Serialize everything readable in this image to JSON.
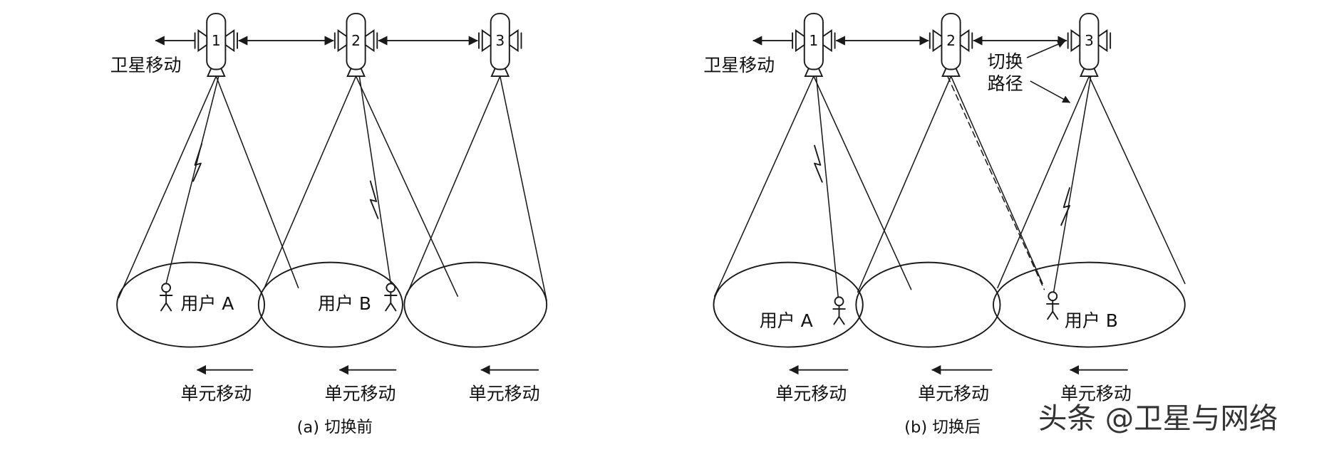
{
  "panels": [
    {
      "caption": "(a) 切换前",
      "satellite_motion_label": "卫星移动",
      "satellites": [
        "1",
        "2",
        "3"
      ],
      "users": [
        {
          "label": "用户 A"
        },
        {
          "label": "用户 B"
        }
      ],
      "cell_motion_labels": [
        "单元移动",
        "单元移动",
        "单元移动"
      ]
    },
    {
      "caption": "(b) 切换后",
      "satellite_motion_label": "卫星移动",
      "satellites": [
        "1",
        "2",
        "3"
      ],
      "users": [
        {
          "label": "用户 A"
        },
        {
          "label": "用户 B"
        }
      ],
      "cell_motion_labels": [
        "单元移动",
        "单元移动",
        "单元移动"
      ],
      "handover_path_label": [
        "切换",
        "路径"
      ]
    }
  ],
  "watermark": "头条 @卫星与网络",
  "colors": {
    "line": "#1a1a1a",
    "text": "#111111",
    "watermark": "#333333"
  }
}
